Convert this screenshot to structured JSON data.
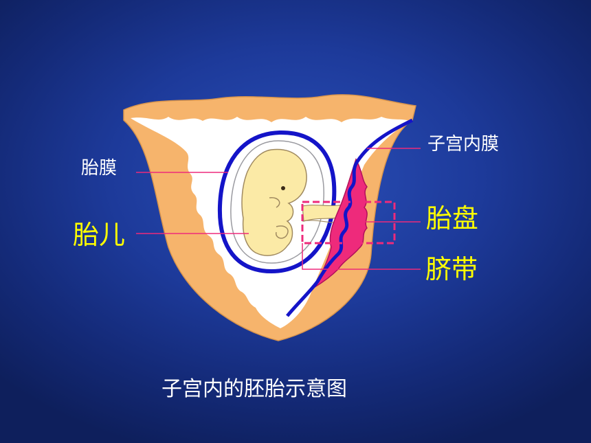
{
  "labels": {
    "fetal_membrane": "胎膜",
    "fetus": "胎儿",
    "endometrium": "子宫内膜",
    "placenta": "胎盘",
    "umbilical_cord": "脐带"
  },
  "caption": "子宫内的胚胎示意图",
  "colors": {
    "background": "#1d3a9a",
    "uterine_wall": "#f6b46c",
    "cavity": "#ffffff",
    "membrane_outline": "#1414c8",
    "placenta": "#ee2a7b",
    "embryo": "#fbeaa6",
    "leader_line": "#ee2a7b",
    "highlight_label": "#ffff00"
  }
}
